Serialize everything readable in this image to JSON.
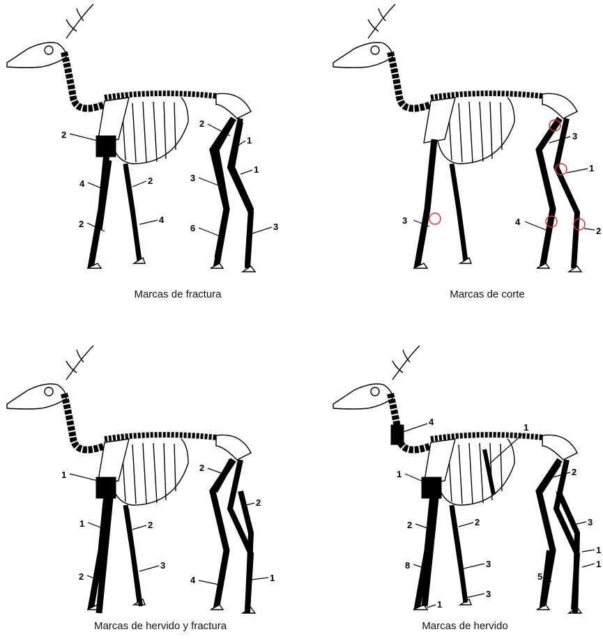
{
  "panels": [
    {
      "caption": "Marcas de fractura",
      "labels": [
        "2",
        "2",
        "1",
        "4",
        "2",
        "3",
        "1",
        "2",
        "4",
        "6",
        "3"
      ]
    },
    {
      "caption": "Marcas de corte",
      "labels": [
        "3",
        "1",
        "3",
        "4",
        "2"
      ]
    },
    {
      "caption": "Marcas de hervido y fractura",
      "labels": [
        "1",
        "2",
        "2",
        "1",
        "2",
        "2",
        "3",
        "4",
        "1"
      ]
    },
    {
      "caption": "Marcas de hervido",
      "labels": [
        "4",
        "1",
        "1",
        "2",
        "2",
        "2",
        "3",
        "3",
        "8",
        "3",
        "1",
        "1",
        "5",
        "1"
      ]
    }
  ],
  "colors": {
    "ink": "#000000",
    "bone": "#ffffff",
    "cut_circle": "#e03030"
  }
}
